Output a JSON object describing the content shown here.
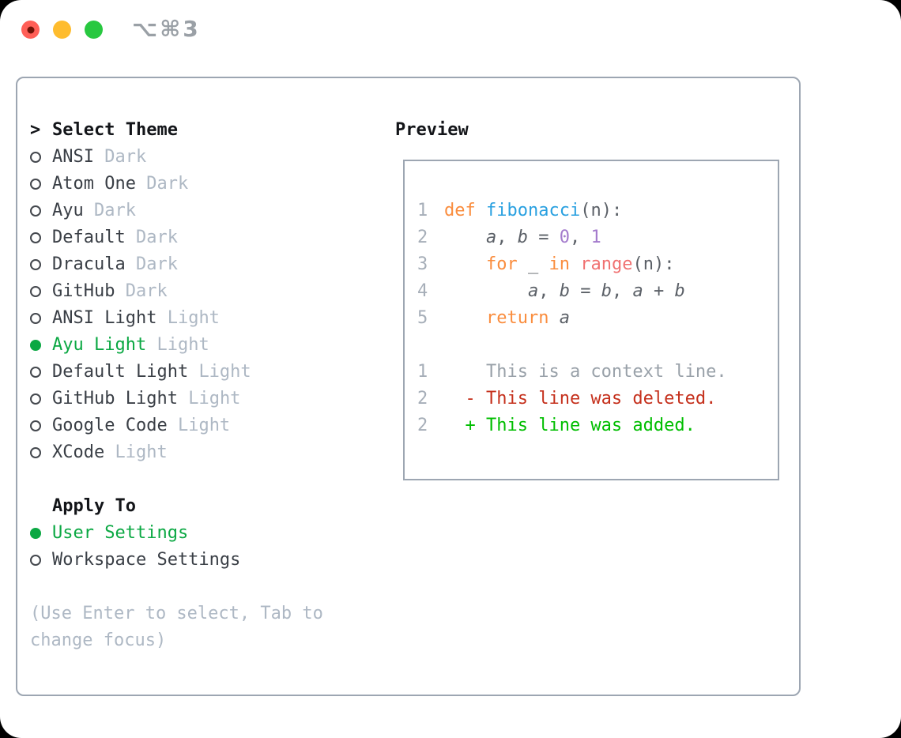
{
  "titlebar": {
    "shortcut": "⌥⌘3",
    "traffic": {
      "close": "#ff5f57",
      "close_dot": "#701206",
      "minimize": "#febc2e",
      "zoom": "#28c840"
    }
  },
  "theme_picker": {
    "prompt": ">",
    "title": "Select Theme",
    "themes": [
      {
        "name": "ANSI",
        "variant": "Dark",
        "selected": false
      },
      {
        "name": "Atom One",
        "variant": "Dark",
        "selected": false
      },
      {
        "name": "Ayu",
        "variant": "Dark",
        "selected": false
      },
      {
        "name": "Default",
        "variant": "Dark",
        "selected": false
      },
      {
        "name": "Dracula",
        "variant": "Dark",
        "selected": false
      },
      {
        "name": "GitHub",
        "variant": "Dark",
        "selected": false
      },
      {
        "name": "ANSI Light",
        "variant": "Light",
        "selected": false
      },
      {
        "name": "Ayu Light",
        "variant": "Light",
        "selected": true
      },
      {
        "name": "Default Light",
        "variant": "Light",
        "selected": false
      },
      {
        "name": "GitHub Light",
        "variant": "Light",
        "selected": false
      },
      {
        "name": "Google Code",
        "variant": "Light",
        "selected": false
      },
      {
        "name": "XCode",
        "variant": "Light",
        "selected": false
      }
    ]
  },
  "apply_to": {
    "title": "Apply To",
    "options": [
      {
        "label": "User Settings",
        "selected": true
      },
      {
        "label": "Workspace Settings",
        "selected": false
      }
    ]
  },
  "hint": "(Use Enter to select, Tab to change focus)",
  "preview": {
    "title": "Preview",
    "code_lines": [
      {
        "num": "1",
        "tokens": [
          {
            "t": "def",
            "c": "keyword"
          },
          {
            "t": " ",
            "c": "fg"
          },
          {
            "t": "fibonacci",
            "c": "entity"
          },
          {
            "t": "(",
            "c": "fg"
          },
          {
            "t": "n",
            "c": "fg"
          },
          {
            "t": "):",
            "c": "fg"
          }
        ]
      },
      {
        "num": "2",
        "tokens": [
          {
            "t": "    ",
            "c": "fg"
          },
          {
            "t": "a",
            "c": "fg",
            "i": true
          },
          {
            "t": ", ",
            "c": "fg"
          },
          {
            "t": "b",
            "c": "fg",
            "i": true
          },
          {
            "t": " = ",
            "c": "fg"
          },
          {
            "t": "0",
            "c": "number"
          },
          {
            "t": ", ",
            "c": "fg"
          },
          {
            "t": "1",
            "c": "number"
          }
        ]
      },
      {
        "num": "3",
        "tokens": [
          {
            "t": "    ",
            "c": "fg"
          },
          {
            "t": "for",
            "c": "keyword"
          },
          {
            "t": " _ ",
            "c": "fg"
          },
          {
            "t": "in",
            "c": "keyword"
          },
          {
            "t": " ",
            "c": "fg"
          },
          {
            "t": "range",
            "c": "call"
          },
          {
            "t": "(",
            "c": "fg"
          },
          {
            "t": "n",
            "c": "fg"
          },
          {
            "t": "):",
            "c": "fg"
          }
        ]
      },
      {
        "num": "4",
        "tokens": [
          {
            "t": "        ",
            "c": "fg"
          },
          {
            "t": "a",
            "c": "fg",
            "i": true
          },
          {
            "t": ", ",
            "c": "fg"
          },
          {
            "t": "b",
            "c": "fg",
            "i": true
          },
          {
            "t": " = ",
            "c": "fg"
          },
          {
            "t": "b",
            "c": "fg",
            "i": true
          },
          {
            "t": ", ",
            "c": "fg"
          },
          {
            "t": "a",
            "c": "fg",
            "i": true
          },
          {
            "t": " + ",
            "c": "fg"
          },
          {
            "t": "b",
            "c": "fg",
            "i": true
          }
        ]
      },
      {
        "num": "5",
        "tokens": [
          {
            "t": "    ",
            "c": "fg"
          },
          {
            "t": "return",
            "c": "keyword"
          },
          {
            "t": " ",
            "c": "fg"
          },
          {
            "t": "a",
            "c": "fg",
            "i": true
          }
        ]
      }
    ],
    "diff_lines": [
      {
        "num": "1",
        "kind": "context",
        "text": "    This is a context line."
      },
      {
        "num": "2",
        "kind": "deleted",
        "text": "  - This line was deleted."
      },
      {
        "num": "2",
        "kind": "added",
        "text": "  + This line was added."
      }
    ]
  },
  "colors": {
    "syntax": {
      "fg": "#5b6067",
      "keyword": "#fa8d3e",
      "entity": "#29a0e0",
      "number": "#a37acc",
      "call": "#f07171",
      "gutter": "#a6aeb8"
    },
    "diff": {
      "context": "#99a1a9",
      "deleted": "#c5301c",
      "added": "#00be00"
    },
    "ui": {
      "selected_green": "#0ba843",
      "muted": "#aeb8c4",
      "item": "#3a3f46",
      "heading": "#131519",
      "border": "#9da6b2",
      "radio_outline": "#43474d",
      "window_bg": "#ffffff",
      "outside_bg": "#000000",
      "shortcut_gray": "#9aa0a6"
    }
  }
}
